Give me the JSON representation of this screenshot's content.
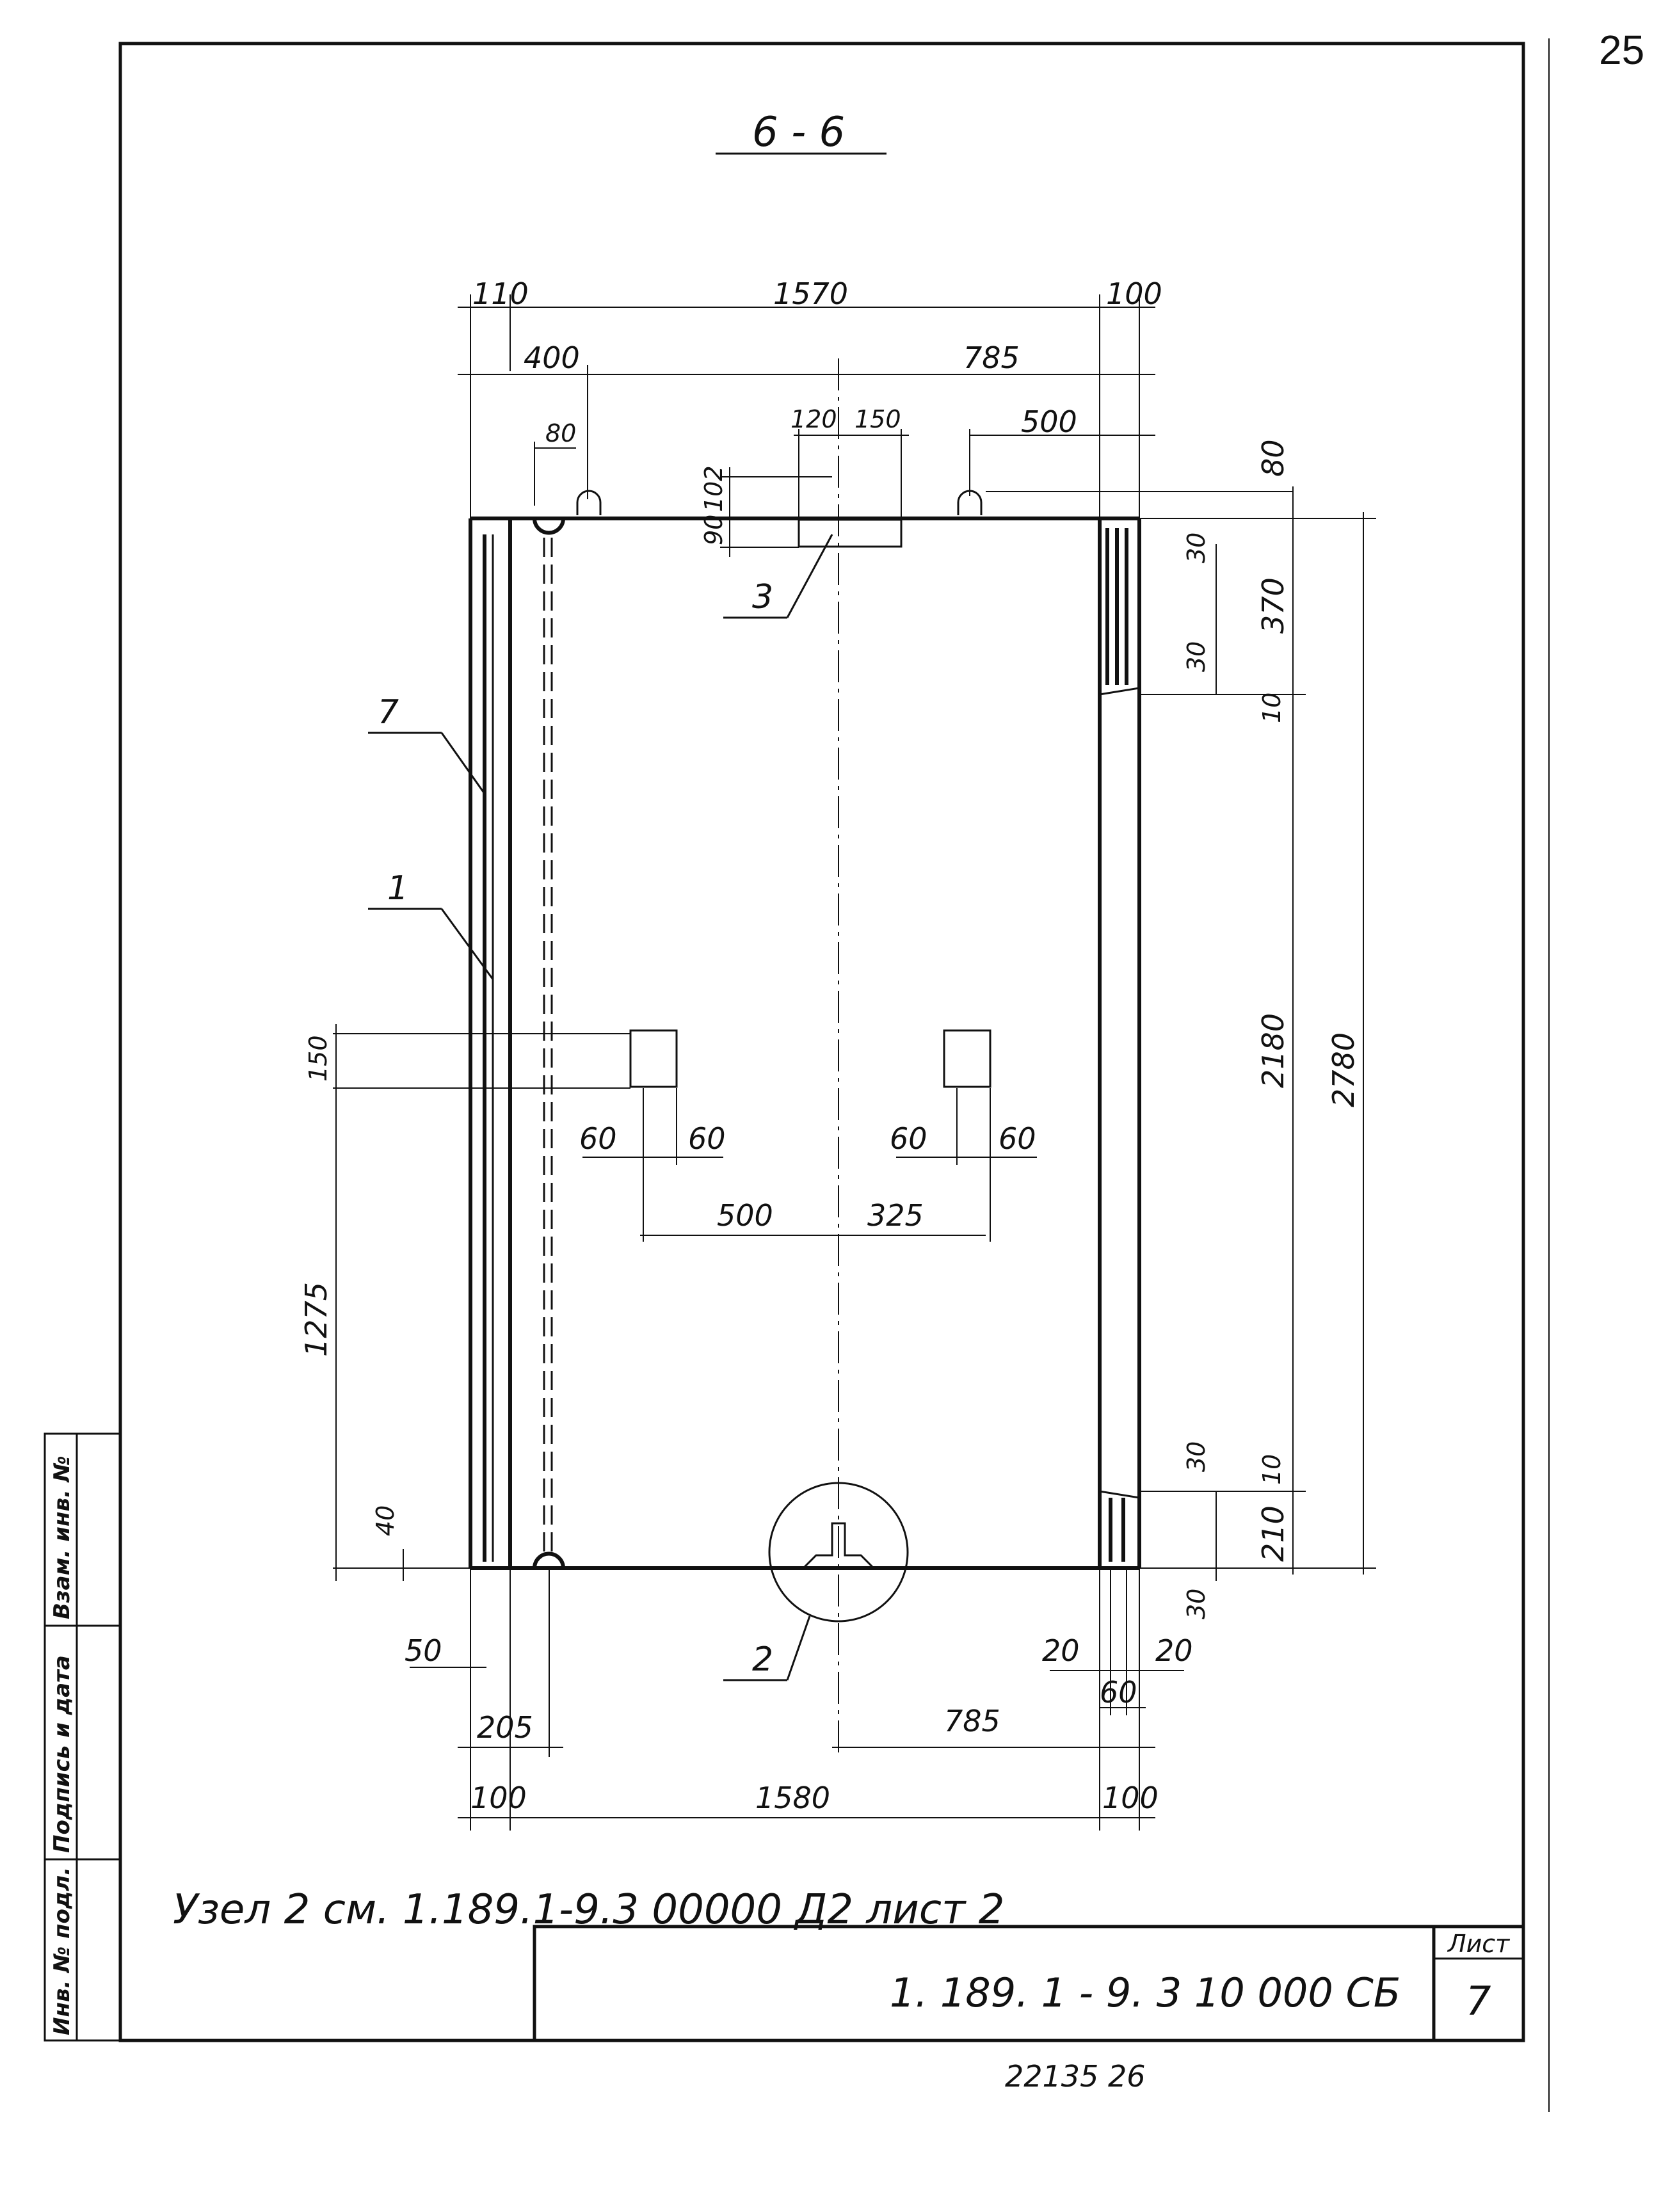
{
  "page_number": "25",
  "section_title": "6 - 6",
  "dimensions": {
    "top_left_110": "110",
    "top_1570": "1570",
    "top_right_100": "100",
    "d_400": "400",
    "d_785_top": "785",
    "d_80_hole": "80",
    "d_120": "120",
    "d_150_top": "150",
    "d_500_top": "500",
    "d_102": "102",
    "d_90": "90",
    "r_80": "80",
    "r_30_a": "30",
    "r_370": "370",
    "r_30_b": "30",
    "r_10_a": "10",
    "r_2180": "2180",
    "r_2780": "2780",
    "r_30_c": "30",
    "r_10_b": "10",
    "r_210": "210",
    "r_30_d": "30",
    "l_150": "150",
    "l_1275": "1275",
    "l_40": "40",
    "m_60_a": "60",
    "m_60_b": "60",
    "m_60_c": "60",
    "m_60_d": "60",
    "m_500": "500",
    "m_325": "325",
    "b_50": "50",
    "b_205": "205",
    "b_20_a": "20",
    "b_20_b": "20",
    "b_60": "60",
    "b_785": "785",
    "b_100_left": "100",
    "b_1580": "1580",
    "b_100_right": "100"
  },
  "callouts": {
    "c7": "7",
    "c1": "1",
    "c3": "3",
    "c2": "2"
  },
  "note": "Узел 2 см. 1.189.1-9.3 00000 Д2 лист 2",
  "title_block": {
    "designation": "1. 189. 1 - 9. 3   10 000 СБ",
    "sheet_label": "Лист",
    "sheet_number": "7"
  },
  "side_stamp": {
    "vzam": "Взам. инв. №",
    "podpis": "Подпись и дата",
    "inv": "Инв. № подл."
  },
  "footer_code": "22135   26"
}
